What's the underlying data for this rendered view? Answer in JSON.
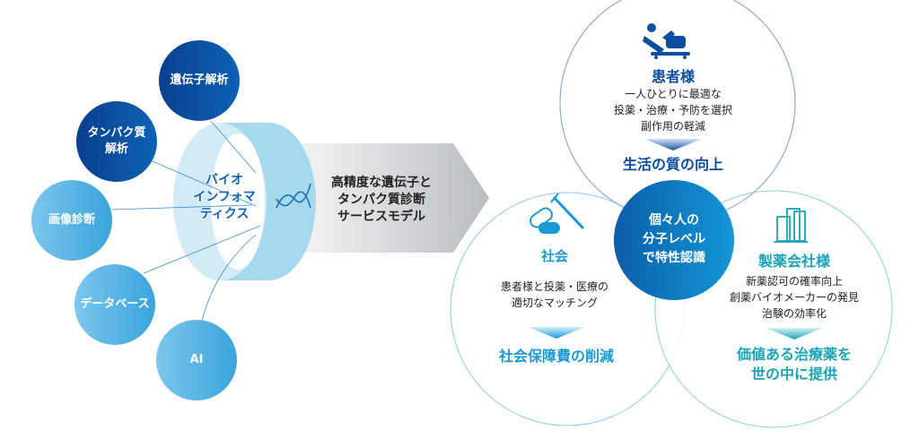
{
  "left_nodes": [
    {
      "label": "遺伝子解析"
    },
    {
      "label": "タンパク質\n解析",
      "lines": [
        "タンパク質",
        "解析"
      ]
    },
    {
      "label": "画像診断"
    },
    {
      "label": "データベース"
    },
    {
      "label": "AI"
    }
  ],
  "ring": {
    "lines": [
      "バイオ",
      "インフォマ",
      "ティクス"
    ]
  },
  "arrow": {
    "lines": [
      "高精度な遺伝子と",
      "タンパク質診断",
      "サービスモデル"
    ]
  },
  "center": {
    "lines": [
      "個々人の",
      "分子レベル",
      "で特性認識"
    ]
  },
  "patients": {
    "icon": "patient-bed-icon",
    "title": "患者様",
    "lines": [
      "一人ひとりに最適な",
      "投薬・治療・予防を選択",
      "副作用の軽減"
    ],
    "result": "生活の質の向上",
    "color": "#0d4da0"
  },
  "society": {
    "icon": "pills-syringe-icon",
    "title": "社会",
    "lines": [
      "患者様と投薬・医療の",
      "適切なマッチング"
    ],
    "result": "社会保障費の削減",
    "color": "#1a98d8"
  },
  "pharma": {
    "icon": "buildings-icon",
    "title": "製薬会社様",
    "lines": [
      "新薬認可の確率向上",
      "創薬バイオメーカーの発見",
      "治験の効率化"
    ],
    "result_lines": [
      "価値ある治療薬を",
      "世の中に提供"
    ],
    "color": "#1aa3b8"
  }
}
